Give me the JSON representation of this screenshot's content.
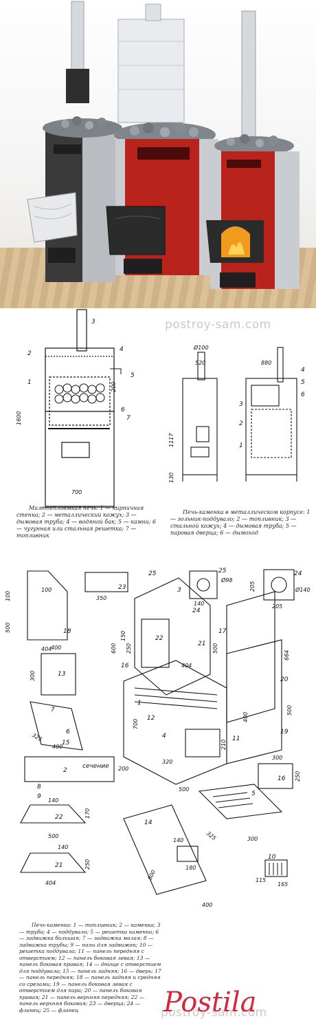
{
  "watermark_top": "postroy-sam.com",
  "watermark_bottom": "postroy-sam.com",
  "logo_text": "Postila",
  "diagram1": {
    "dims": [
      "1600",
      "200",
      "700"
    ],
    "parts": [
      "1",
      "2",
      "3",
      "4",
      "5",
      "6",
      "7"
    ],
    "caption": "Малотепловмкая печь: 1 — кирпичная стенка; 2 — металлический кожух; 3 — дымовая труба; 4 — водяной бак; 5 — камни; 6 — чугунная или стальная решетка; 7 — топливник"
  },
  "diagram2": {
    "dims": [
      "Ø100",
      "520",
      "1117",
      "130",
      "880"
    ],
    "parts": [
      "1",
      "2",
      "3",
      "4",
      "5",
      "6"
    ],
    "caption": "Печь-каменка в металлическом корпусе: 1 — зольник-поддувало; 2 — топливник; 3 — стальной кожух; 4 — дымовая труба; 5 — паровая дверца; 6 — дымоход"
  },
  "diagram3": {
    "dims": [
      "100",
      "100",
      "500",
      "404",
      "350",
      "140",
      "Ø98",
      "205",
      "Ø140",
      "205",
      "500",
      "664",
      "400",
      "300",
      "600",
      "250",
      "404",
      "700",
      "150",
      "400",
      "500",
      "210",
      "500",
      "325",
      "400",
      "140",
      "170",
      "500",
      "140",
      "250",
      "404",
      "300",
      "250",
      "115",
      "165",
      "325",
      "300",
      "400",
      "180",
      "140",
      "800",
      "320",
      "200"
    ],
    "parts": [
      "1",
      "2",
      "3",
      "4",
      "5",
      "6",
      "7",
      "8",
      "9",
      "10",
      "11",
      "12",
      "13",
      "14",
      "15",
      "16",
      "17",
      "18",
      "19",
      "20",
      "21",
      "22",
      "23",
      "24",
      "25"
    ],
    "section_label": "сечение",
    "caption": "Печь-каменка: 1 — топливник; 2 — каменка; 3 — труба; 4 — поддувало; 5 — решетка каменки; 6 — задвижка большая; 7 — задвижка малая; 8 — задвижка трубы; 9 — пазы для задвижек; 10 — решетка поддувала; 11 — панель передняя с отверстием; 12 — панель боковая левая; 13 — панель боковая правая; 14 — днище с отверстием для поддувала; 15 — панель задняя; 16 — дверь; 17 — панель передняя; 18 — панель задняя и средняя со срезами; 19 — панель боковая левая с отверстием для пара; 20 — панель боковая правая; 21 — панель верхняя передняя; 22 — панель верхняя боковая; 23 — дверца; 24 — фланец; 25 — фланец"
  },
  "colors": {
    "stove_red": "#b8231c",
    "stove_dark": "#2b2b2b",
    "steel": "#c9ccd0",
    "stones": "#8a8f94",
    "fire": "#f29a1e",
    "logo_red": "#d0021b",
    "watermark": "#c9c9c9"
  }
}
